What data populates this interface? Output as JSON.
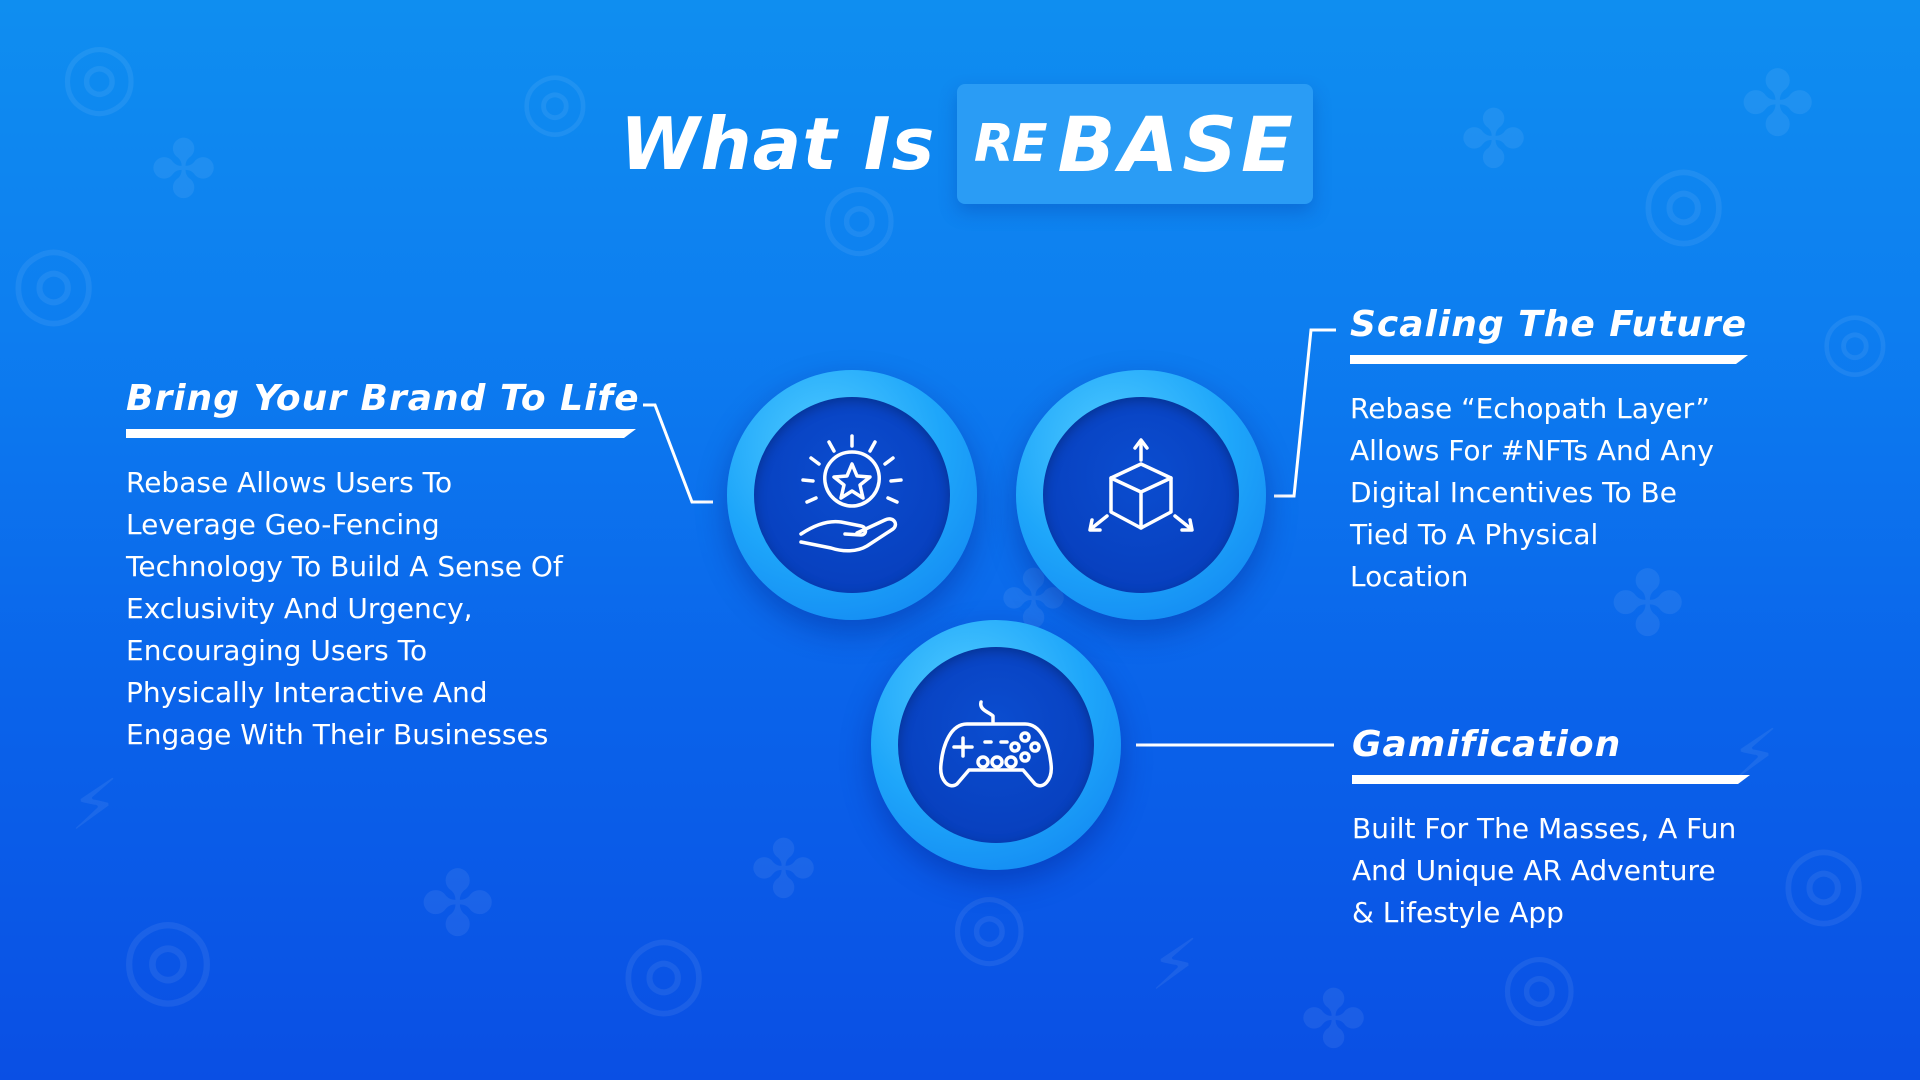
{
  "title": {
    "prefix": "What Is",
    "logo_prefix": "RE",
    "logo_main": "BASE"
  },
  "sections": {
    "brand": {
      "heading": "Bring Your Brand To Life",
      "body_lines": [
        "Rebase Allows Users To",
        "Leverage Geo-Fencing",
        "Technology To Build A Sense Of",
        "Exclusivity And Urgency,",
        "Encouraging Users To",
        "Physically Interactive And",
        "Engage With Their Businesses"
      ],
      "icon": "hand-star-icon"
    },
    "scaling": {
      "heading": "Scaling The Future",
      "body_lines": [
        "Rebase “Echopath Layer”",
        "Allows For #NFTs And Any",
        "Digital Incentives To Be",
        "Tied To A Physical",
        "Location"
      ],
      "icon": "cube-arrows-icon"
    },
    "gamification": {
      "heading": "Gamification",
      "body_lines": [
        "Built For The Masses, A Fun",
        "And Unique AR Adventure",
        "& Lifestyle App"
      ],
      "icon": "gamepad-icon"
    }
  },
  "colors": {
    "background_top": "#0f8ef0",
    "background_bottom": "#0a4fe4",
    "logo_box": "#2a9cf5",
    "circle_ring": "#1ea6fa",
    "circle_core": "#063bb8",
    "text": "#ffffff"
  }
}
